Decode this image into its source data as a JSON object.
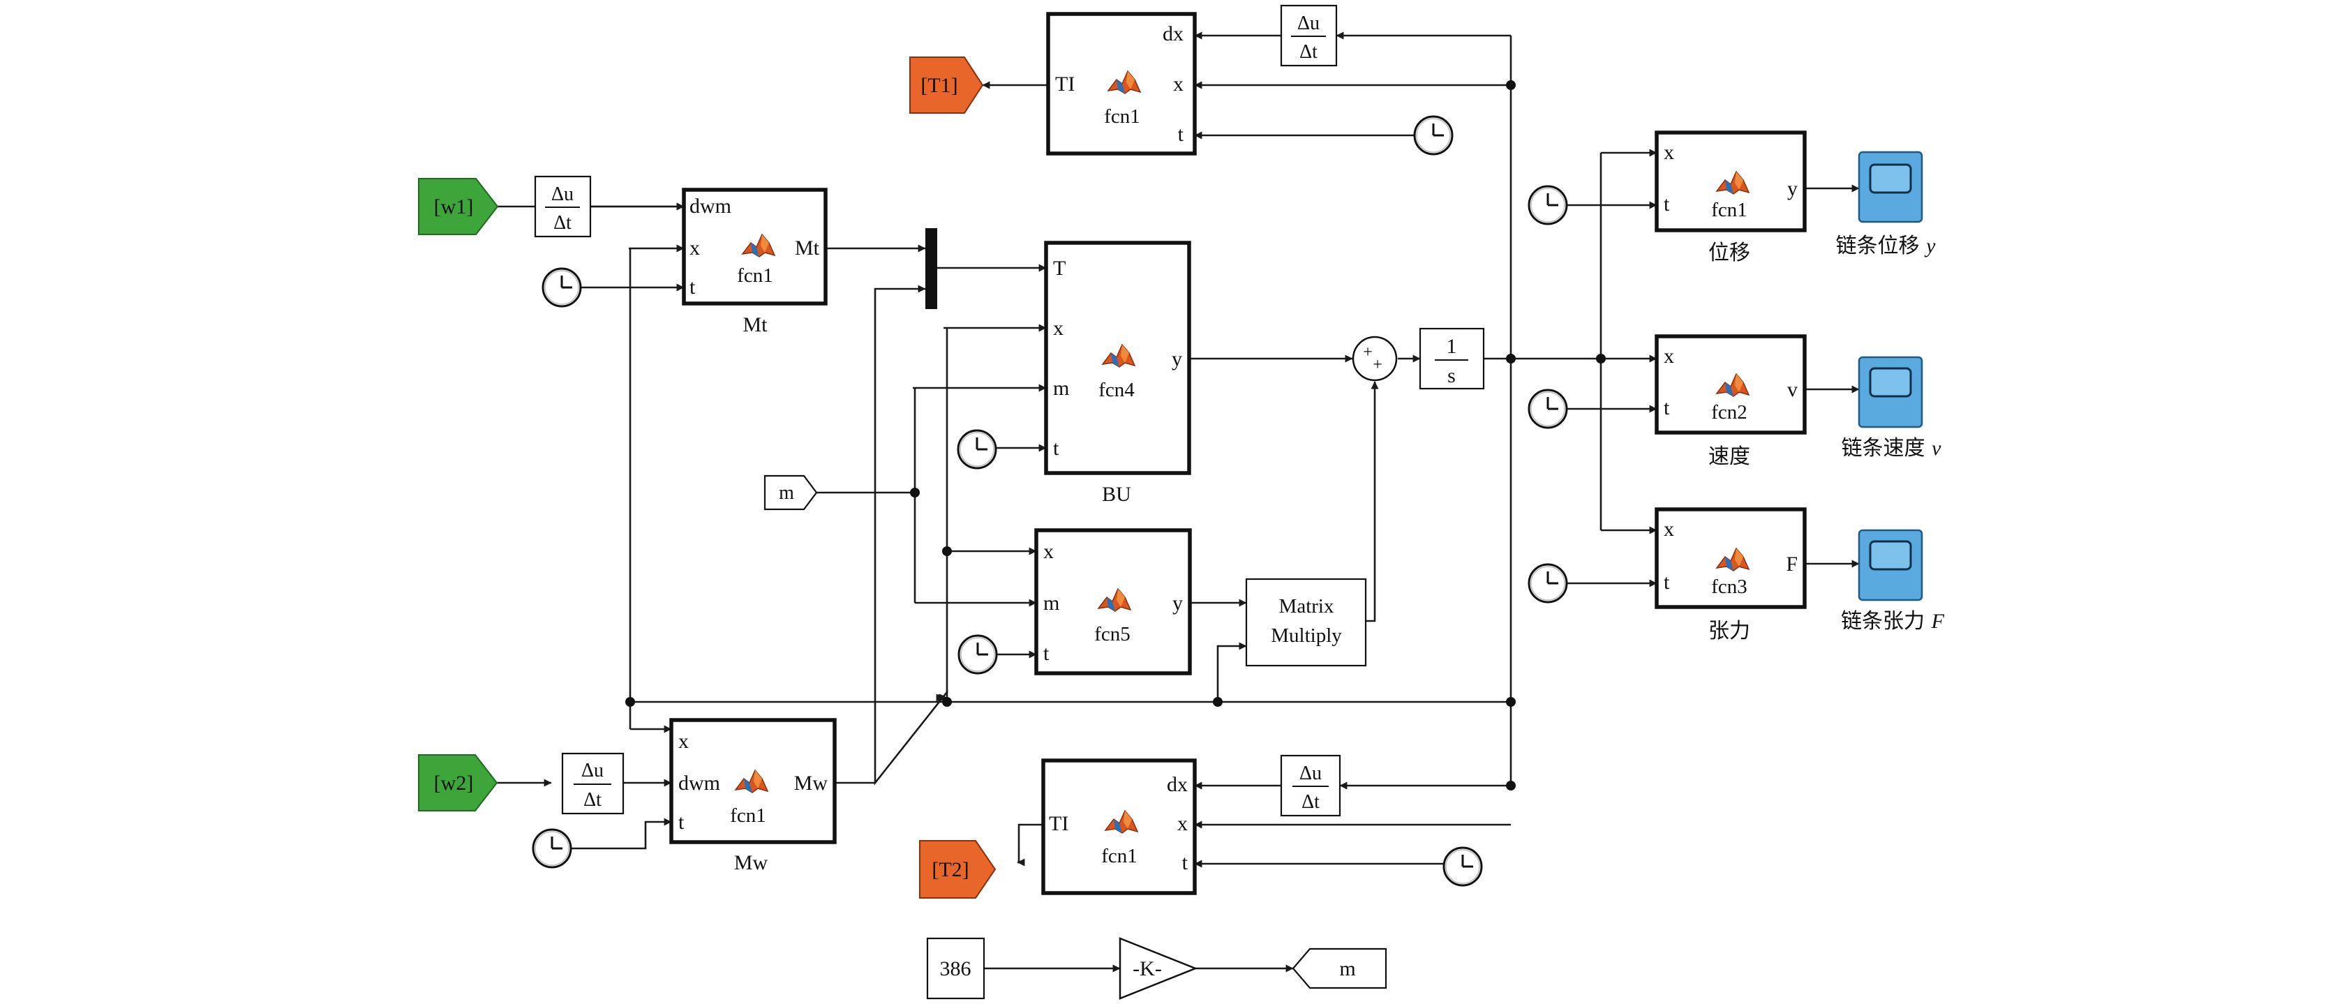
{
  "colors": {
    "from_tag": "#3da53a",
    "goto_tag": "#e9662b",
    "scope": "#5aa9df",
    "matlab_logo": "#d9571f"
  },
  "icons": {
    "clock": "clock-icon",
    "matlab": "matlab-logo-icon",
    "scope": "scope-icon",
    "sum": "sum-icon",
    "gain": "gain-triangle-icon"
  },
  "tags": {
    "w1": "[w1]",
    "w2": "[w2]",
    "t1": "[T1]",
    "t2": "[T2]",
    "m_from": "m",
    "m_goto": "m"
  },
  "derivative": {
    "top": "Δu",
    "bottom": "Δt"
  },
  "integrator": {
    "num": "1",
    "den": "s"
  },
  "constant": "386",
  "gain": "-K-",
  "matrix_multiply": {
    "line1": "Matrix",
    "line2": "Multiply"
  },
  "sum_signs": "++",
  "blocks": {
    "t1": {
      "fn": "fcn1",
      "ports_in": [
        "dx",
        "x",
        "t"
      ],
      "port_out": "TI"
    },
    "mt": {
      "fn": "fcn1",
      "ports_in": [
        "dwm",
        "x",
        "t"
      ],
      "port_out": "Mt",
      "caption": "Mt"
    },
    "bu": {
      "fn": "fcn4",
      "ports_in": [
        "T",
        "x",
        "m",
        "t"
      ],
      "port_out": "y",
      "caption": "BU"
    },
    "fcn5": {
      "fn": "fcn5",
      "ports_in": [
        "x",
        "m",
        "t"
      ],
      "port_out": "y"
    },
    "mw": {
      "fn": "fcn1",
      "ports_in": [
        "x",
        "dwm",
        "t"
      ],
      "port_out": "Mw",
      "caption": "Mw"
    },
    "t2": {
      "fn": "fcn1",
      "ports_in": [
        "dx",
        "x",
        "t"
      ],
      "port_out": "TI"
    },
    "pos": {
      "fn": "fcn1",
      "ports_in": [
        "x",
        "t"
      ],
      "port_out": "y",
      "caption": "位移"
    },
    "vel": {
      "fn": "fcn2",
      "ports_in": [
        "x",
        "t"
      ],
      "port_out": "v",
      "caption": "速度"
    },
    "ten": {
      "fn": "fcn3",
      "ports_in": [
        "x",
        "t"
      ],
      "port_out": "F",
      "caption": "张力"
    }
  },
  "scopes": {
    "y": {
      "label": "链条位移",
      "var": "y"
    },
    "v": {
      "label": "链条速度",
      "var": "v"
    },
    "f": {
      "label": "链条张力",
      "var": "F"
    }
  }
}
